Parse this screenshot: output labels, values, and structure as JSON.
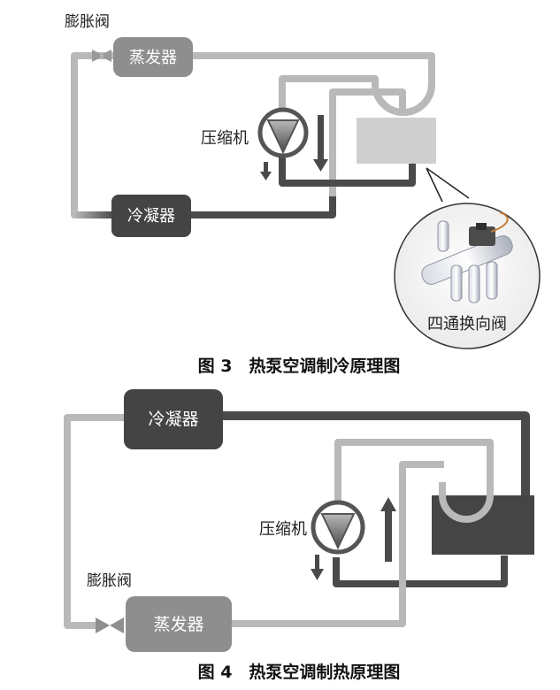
{
  "figure3": {
    "expansion_valve": "膨胀阀",
    "evaporator": "蒸发器",
    "compressor": "压缩机",
    "condenser": "冷凝器",
    "reversing_valve": "四通换向阀",
    "caption": "图 3　热泵空调制冷原理图"
  },
  "figure4": {
    "condenser": "冷凝器",
    "compressor": "压缩机",
    "expansion_valve": "膨胀阀",
    "evaporator": "蒸发器",
    "caption": "图 4　热泵空调制热原理图"
  },
  "colors": {
    "light_pipe": "#b9b9b9",
    "mid_box": "#8e8e8e",
    "dark_pipe": "#4a4a4a",
    "dark_box": "#444444",
    "valve_box_light": "#cfcfcf",
    "valve_box_dark": "#454545"
  }
}
